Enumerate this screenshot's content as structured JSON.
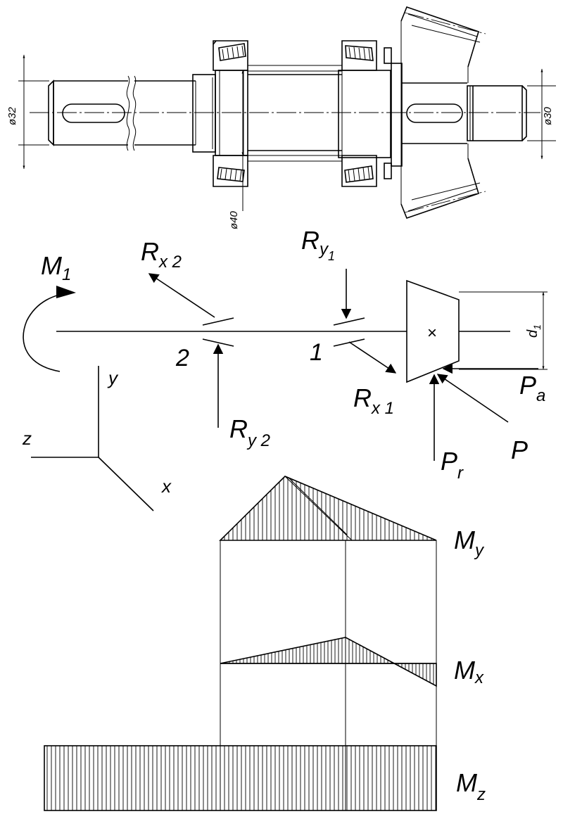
{
  "drawing": {
    "dimensions": {
      "left_dia": "ø32",
      "bearing_dia": "ø40",
      "right_dia": "ø30",
      "gear_dia": {
        "main": "d",
        "sub": "1"
      }
    },
    "forces": {
      "M1": {
        "main": "M",
        "sub": "1"
      },
      "Rx2": {
        "main": "R",
        "sub": "x 2"
      },
      "Ry1": {
        "main": "R",
        "sub": "y",
        "subsub": "1"
      },
      "Rx1": {
        "main": "R",
        "sub": "x 1"
      },
      "Ry2": {
        "main": "R",
        "sub": "y 2"
      },
      "Pa": {
        "main": "P",
        "sub": "a"
      },
      "P": "P",
      "Pr": {
        "main": "P",
        "sub": "r"
      },
      "cross": "×"
    },
    "supports": {
      "s2": "2",
      "s1": "1"
    },
    "axes": {
      "y": "y",
      "z": "z",
      "x": "x"
    },
    "diagrams": {
      "My": {
        "main": "M",
        "sub": "y"
      },
      "Mx": {
        "main": "M",
        "sub": "x"
      },
      "Mz": {
        "main": "M",
        "sub": "z"
      }
    }
  }
}
